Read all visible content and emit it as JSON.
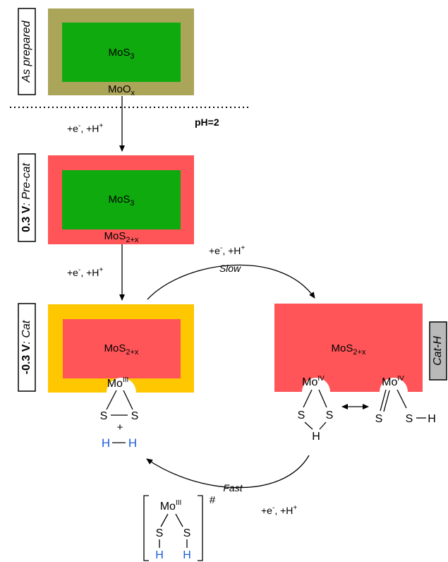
{
  "colors": {
    "olive": "#ABA55A",
    "green": "#0EAA0E",
    "red": "#FF5558",
    "yellow": "#FFC700",
    "gray_tag": "#B9B9B9",
    "hydrogen_blue": "#1A5CE0",
    "ink": "#000000"
  },
  "labels": {
    "as_prepared": "As prepared",
    "precat_v": "0.3 V",
    "precat_name": ": Pre-cat",
    "cat_v": "-0.3 V",
    "cat_name": ": Cat",
    "cat_h": "Cat-H",
    "ph": "pH=2"
  },
  "boxes": {
    "top_inner": "MoS",
    "top_inner_sub": "3",
    "top_outer": "MoO",
    "top_outer_sub": "x",
    "mid_inner": "MoS",
    "mid_inner_sub": "3",
    "mid_outer": "MoS",
    "mid_outer_sub": "2+x",
    "cat_inner": "MoS",
    "cat_inner_sub": "2+x",
    "cath_inner": "MoS",
    "cath_inner_sub": "2+x"
  },
  "steps": {
    "step1": "+e",
    "step1_rest": ", +H",
    "step2": "+e",
    "step2_rest": ", +H",
    "step3": "+e",
    "step3_rest": ", +H",
    "step3_speed": "Slow",
    "step4": "+e",
    "step4_rest": ", +H",
    "step4_speed": "Fast",
    "sup_minus": "-",
    "sup_plus": "+"
  },
  "chem": {
    "mo": "Mo",
    "ox3": "III",
    "ox4": "IV",
    "s": "S",
    "h": "H",
    "plus": "+",
    "hash": "#"
  }
}
